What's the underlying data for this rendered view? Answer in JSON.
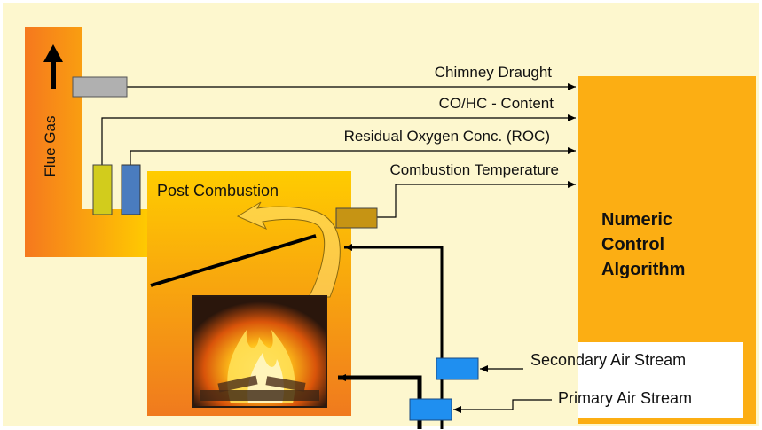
{
  "labels": {
    "flue_gas": "Flue Gas",
    "post_combustion": "Post Combustion",
    "numeric_control": [
      "Numeric",
      "Control",
      "Algorithm"
    ],
    "secondary_air": "Secondary Air Stream",
    "primary_air": "Primary Air Stream"
  },
  "signals": [
    "Chimney Draught",
    "CO/HC - Content",
    "Residual Oxygen Conc. (ROC)",
    "Combustion Temperature"
  ],
  "colors": {
    "background": "#fdf7ce",
    "flue_channel": "#f5781e",
    "chamber_top": "#ffcc00",
    "chamber_bottom": "#f07a1e",
    "controller": "#fcae13",
    "chimney_sensor": "#b0b0b0",
    "co_sensor": "#d2cc1c",
    "roc_sensor": "#4a7cbf",
    "temperature_sensor": "#c69414",
    "air_valve": "#1f8ff0"
  },
  "icons": [
    "up-arrow-icon",
    "flame-image",
    "deflector-baffle",
    "gas-flow-arrow"
  ]
}
